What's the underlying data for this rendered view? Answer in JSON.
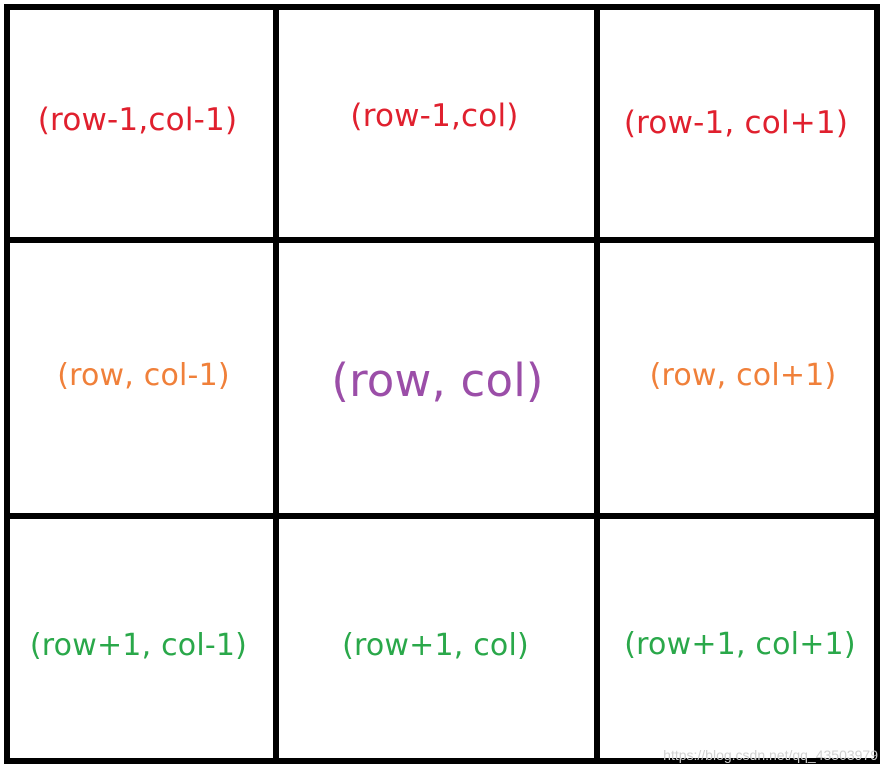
{
  "colors": {
    "top_row": "#e0202e",
    "middle_row_sides": "#f0803a",
    "center": "#9b4ea8",
    "bottom_row": "#2aa84a",
    "grid_lines": "#000000",
    "watermark": "#d0d0d0"
  },
  "cells": [
    {
      "label": "(row-1,col-1)"
    },
    {
      "label": "(row-1,col)"
    },
    {
      "label": "(row-1, col+1)"
    },
    {
      "label": "(row, col-1)"
    },
    {
      "label": "(row, col)"
    },
    {
      "label": "(row, col+1)"
    },
    {
      "label": "(row+1, col-1)"
    },
    {
      "label": "(row+1, col)"
    },
    {
      "label": "(row+1, col+1)"
    }
  ],
  "watermark": "https://blog.csdn.net/qq_43503979"
}
